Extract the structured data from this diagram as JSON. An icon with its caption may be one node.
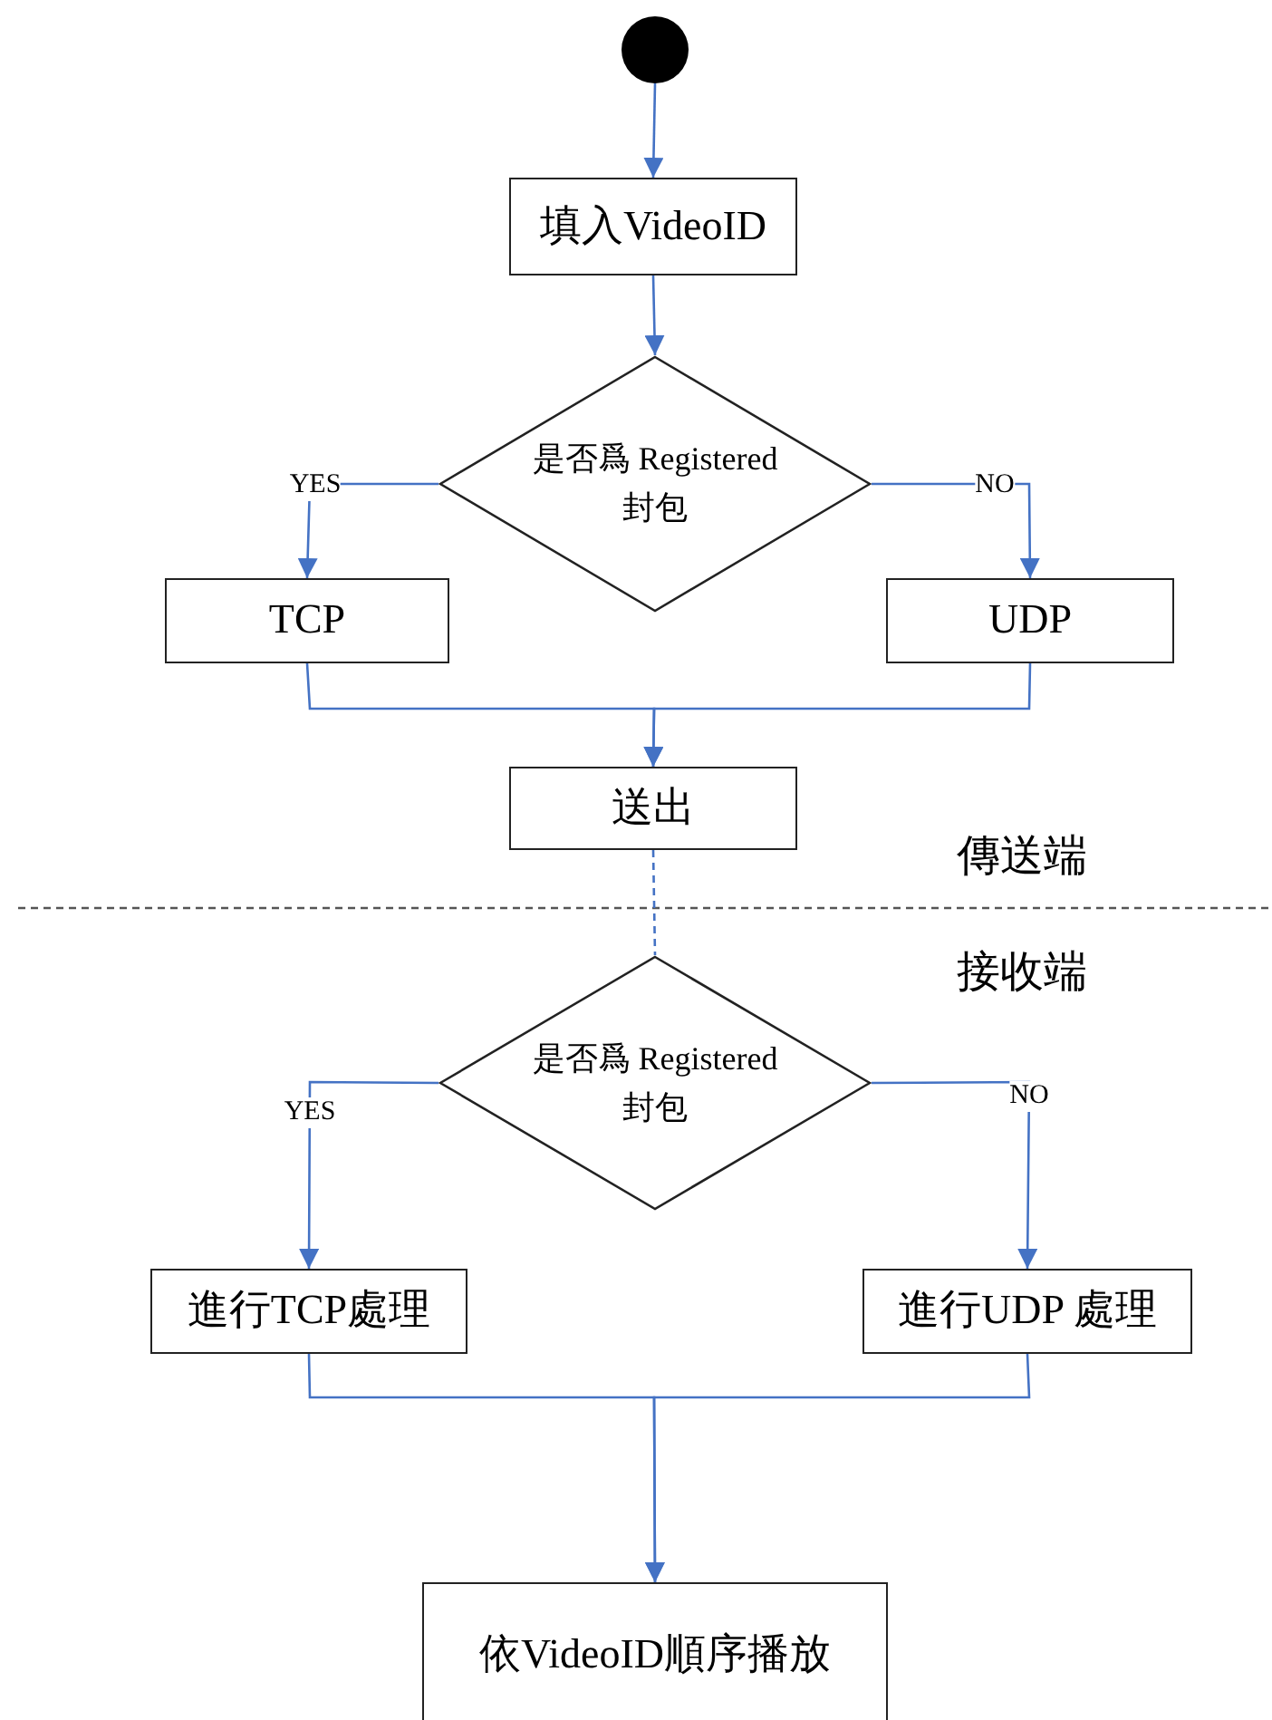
{
  "diagram": {
    "nodes": [
      {
        "text": [],
        "shape": "circle"
      },
      {
        "text": [
          "填入VideoID"
        ]
      },
      {
        "text": [
          "是否爲 Registered封包"
        ]
      },
      {
        "text": [
          "TCP"
        ]
      },
      {
        "text": [
          "UDP"
        ]
      },
      {
        "text": [
          "送出"
        ]
      },
      {
        "text": [
          "是否爲 Registered封包"
        ]
      },
      {
        "text": [
          "進行TCP處理"
        ]
      },
      {
        "text": [
          "進行UDP 處理"
        ]
      },
      {
        "text": [
          "依VideoID順序播放"
        ]
      }
    ],
    "edges": [
      {
        "from": 0,
        "to": 1,
        "arrow": "to"
      },
      {
        "from": 1,
        "to": 2,
        "arrow": "to"
      },
      {
        "from": 2,
        "to": 3,
        "arrow": "to",
        "label": "YES"
      },
      {
        "from": 2,
        "to": 4,
        "arrow": "to",
        "label": "NO"
      },
      {
        "from": 3,
        "to": 5,
        "arrow": "to"
      },
      {
        "from": 4,
        "to": 5,
        "arrow": "to"
      },
      {
        "from": 5,
        "to": 6,
        "arrow": "none",
        "style": "dashed"
      },
      {
        "from": 6,
        "to": 7,
        "arrow": "to",
        "label": "YES"
      },
      {
        "from": 6,
        "to": 8,
        "arrow": "to",
        "label": "NO"
      },
      {
        "from": 7,
        "to": 9,
        "arrow": "to"
      },
      {
        "from": 8,
        "to": 9,
        "arrow": "to"
      }
    ],
    "labels": [
      "傳送端",
      "接收端"
    ]
  }
}
